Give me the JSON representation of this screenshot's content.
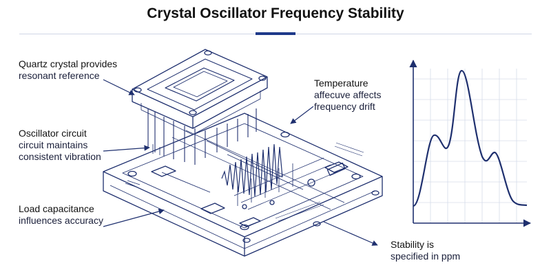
{
  "title": "Crystal Oscillator Frequency Stability",
  "colors": {
    "accent": "#1e3a8a",
    "line": "#1e2f6e",
    "text": "#1a1f3a"
  },
  "callouts": {
    "quartz": {
      "line1": "Quartz crystal provides",
      "line2": "resonant reference"
    },
    "oscillator": {
      "line1": "Oscillator circuit",
      "line2": "circuit maintains",
      "line3": "consistent vibration"
    },
    "load": {
      "line1": "Load capacitance",
      "line2": "influences accuracy"
    },
    "temperature": {
      "line1": "Temperature",
      "line2": "affecuve affects",
      "line3": "frequency drift"
    },
    "stability": {
      "line1": "Stability is",
      "line2": "specified in ppm"
    }
  },
  "icons": [
    "arrow-icon",
    "crystal-chip-icon",
    "circuit-board-icon",
    "waveform-icon",
    "frequency-curve-icon"
  ]
}
